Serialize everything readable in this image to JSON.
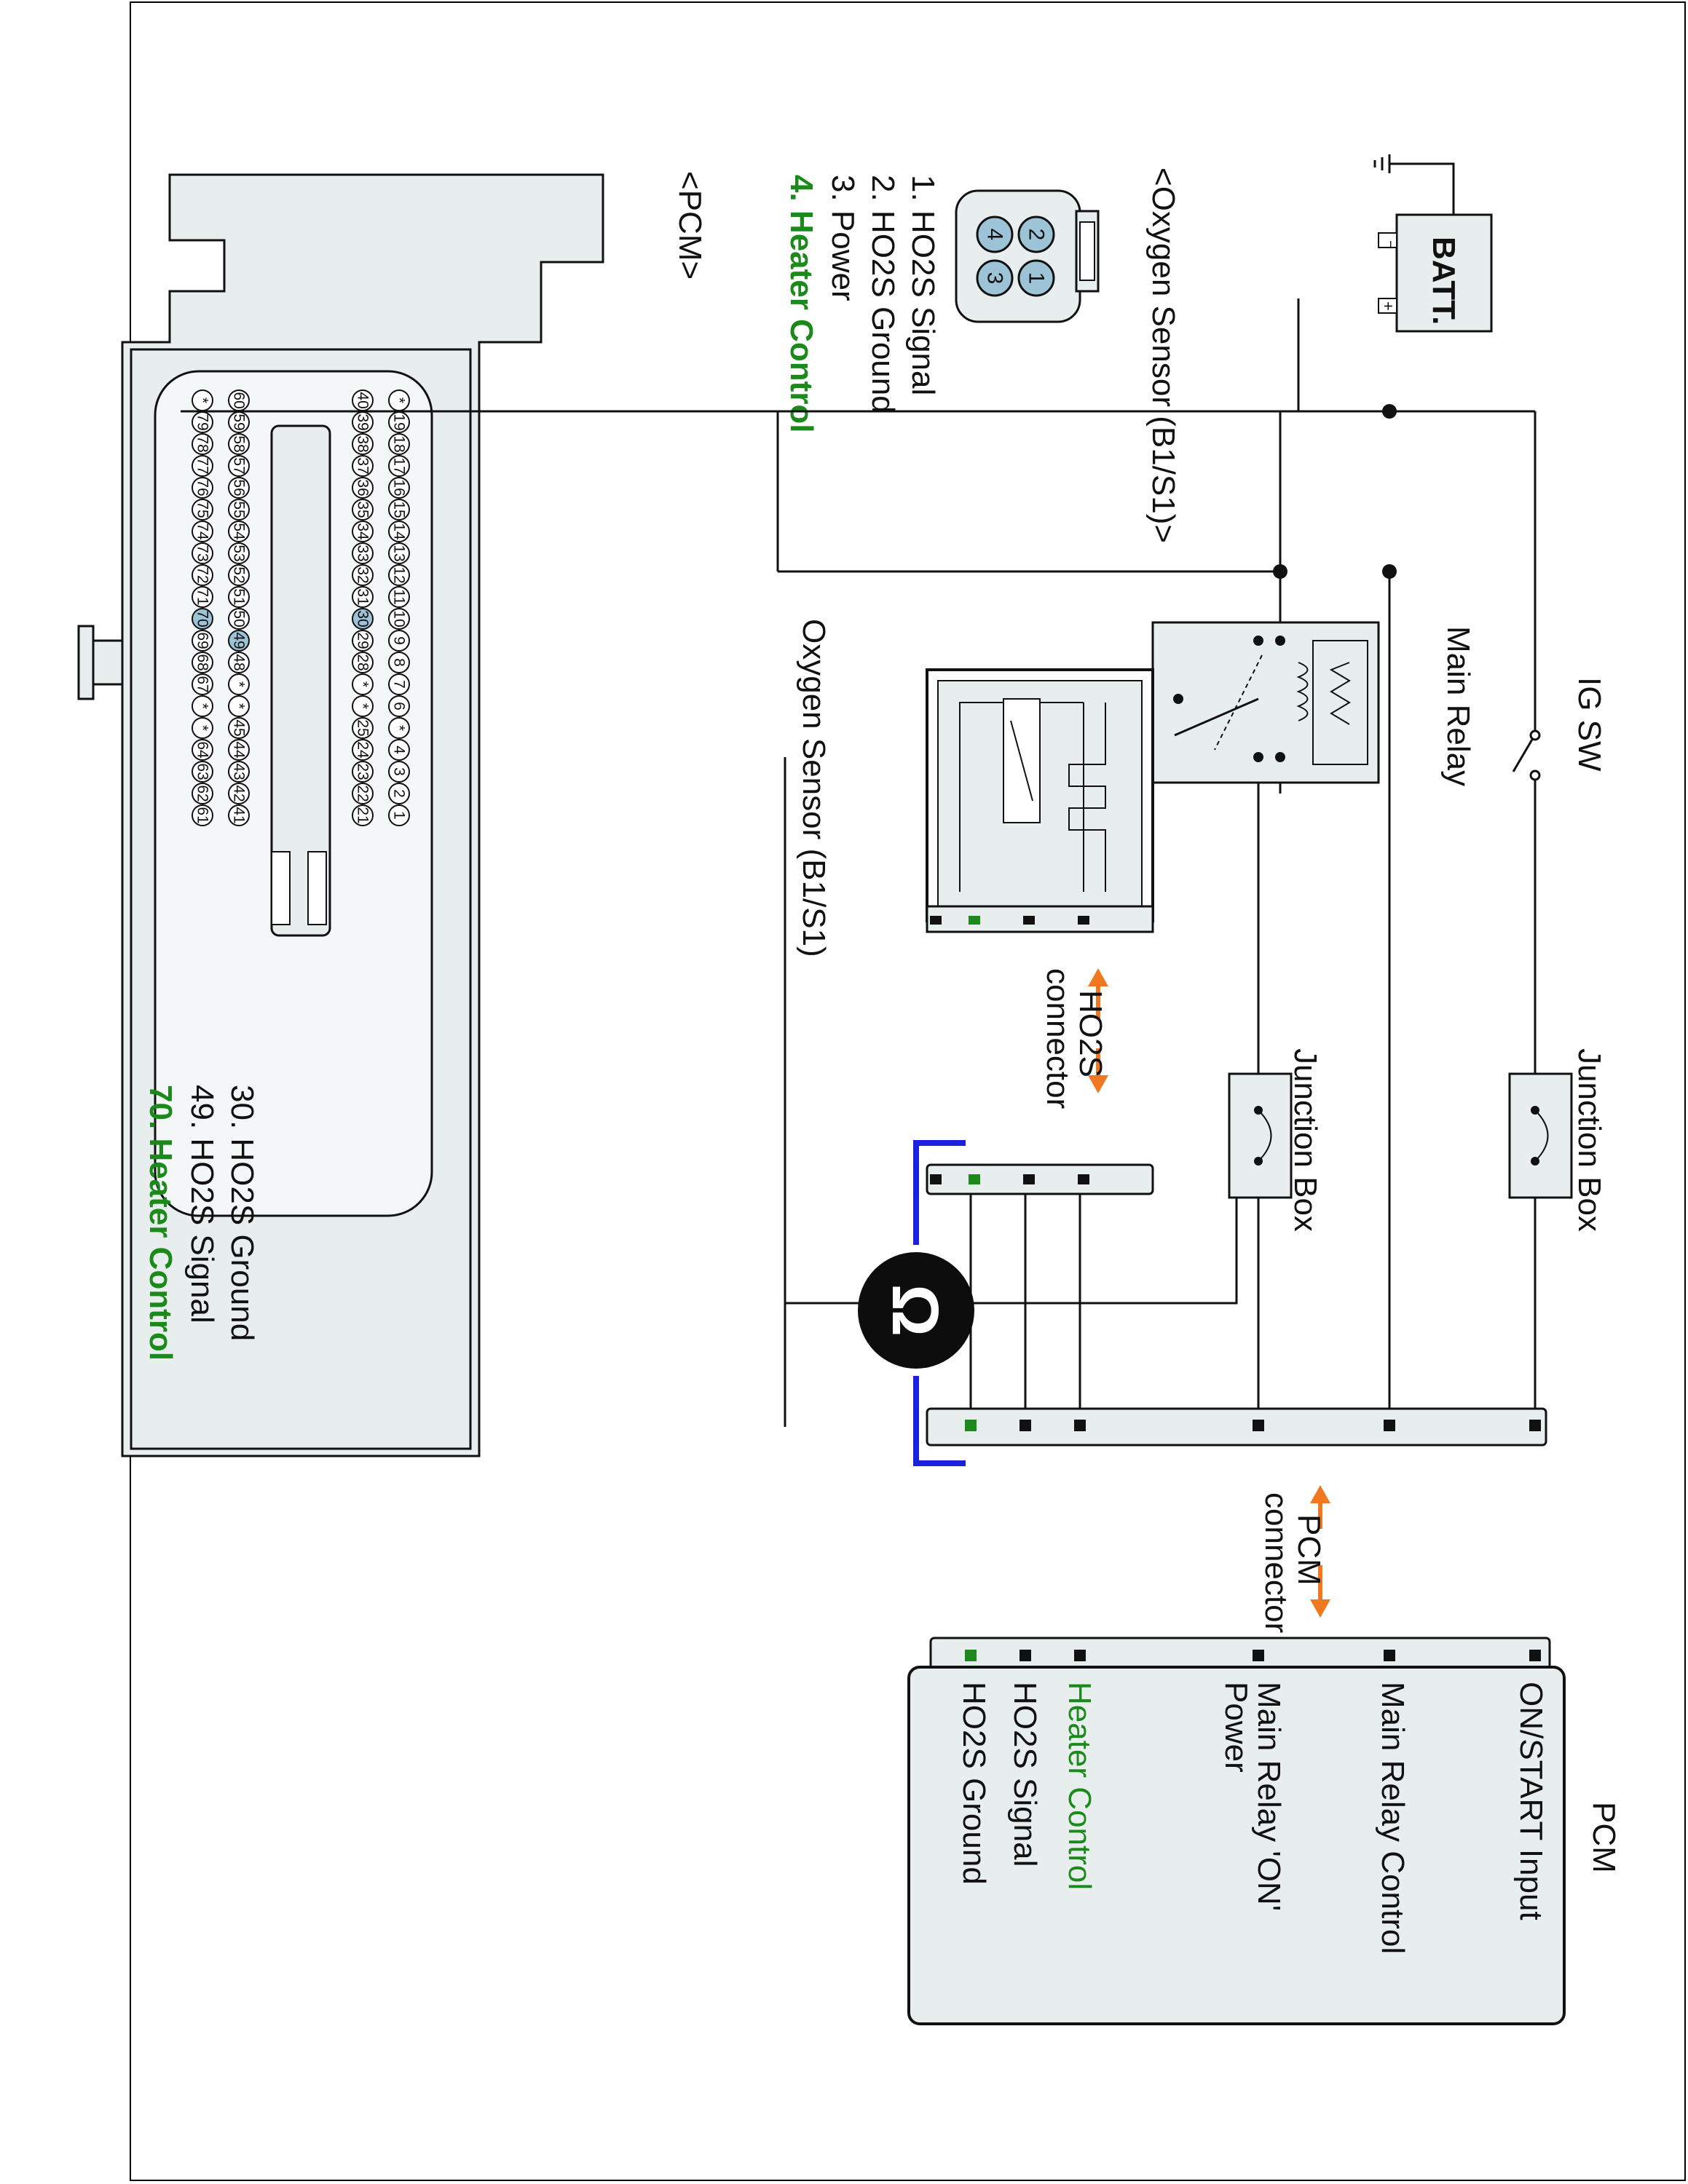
{
  "oxygen_sensor_connector": {
    "title": "<Oxygen Sensor (B1/S1)>",
    "pins": [
      {
        "label": "1. HO2S  Signal",
        "highlight": false
      },
      {
        "label": "2. HO2S  Ground",
        "highlight": false
      },
      {
        "label": "3. Power",
        "highlight": false
      },
      {
        "label": "4. Heater Control",
        "highlight": true
      }
    ],
    "face_numbers": [
      "2",
      "1",
      "4",
      "3"
    ]
  },
  "pcm_connector": {
    "title": "<PCM>",
    "pins": [
      {
        "label": "30. HO2S  Ground",
        "highlight": false
      },
      {
        "label": "49. HO2S  Signal",
        "highlight": false
      },
      {
        "label": "70. Heater Control",
        "highlight": true
      }
    ],
    "rows": [
      [
        "*",
        "19",
        "18",
        "17",
        "16",
        "15",
        "14",
        "13",
        "12",
        "11",
        "10",
        "9",
        "8",
        "7",
        "6",
        "*",
        "4",
        "3",
        "2",
        "1"
      ],
      [
        "40",
        "39",
        "38",
        "37",
        "36",
        "35",
        "34",
        "33",
        "32",
        "31",
        "30",
        "29",
        "28",
        "*",
        "*",
        "25",
        "24",
        "23",
        "22",
        "21"
      ],
      [
        "60",
        "59",
        "58",
        "57",
        "56",
        "55",
        "54",
        "53",
        "52",
        "51",
        "50",
        "49",
        "48",
        "*",
        "*",
        "45",
        "44",
        "43",
        "42",
        "41"
      ],
      [
        "*",
        "79",
        "78",
        "77",
        "76",
        "75",
        "74",
        "73",
        "72",
        "71",
        "70",
        "69",
        "68",
        "67",
        "*",
        "*",
        "64",
        "63",
        "62",
        "61"
      ]
    ],
    "highlighted_pins": [
      "30",
      "49",
      "70"
    ]
  },
  "schematic": {
    "battery": "BATT.",
    "ig_sw": "IG SW",
    "main_relay": "Main Relay",
    "junction_box_1": "Junction Box",
    "junction_box_2": "Junction Box",
    "oxygen_sensor": "Oxygen Sensor (B1/S1)",
    "ho2s_connector": [
      "HO2S",
      "connector"
    ],
    "pcm_connector": [
      "PCM",
      "connector"
    ],
    "pcm_title": "PCM",
    "pcm_pins": [
      [
        "ON/START Input"
      ],
      [
        "Main Relay Control"
      ],
      [
        "Main Relay 'ON'",
        "Power"
      ],
      [
        "Heater Control"
      ],
      [
        "HO2S  Signal"
      ],
      [
        "HO2S  Ground"
      ]
    ],
    "meter_symbol": "Ω"
  },
  "colors": {
    "highlight_green": "#1b8a1b",
    "arrow_orange": "#f07820",
    "meter_lead_blue": "#1a22e0",
    "pin_highlight_blue": "#9cc3d6",
    "connector_fill": "#e8eeee"
  }
}
